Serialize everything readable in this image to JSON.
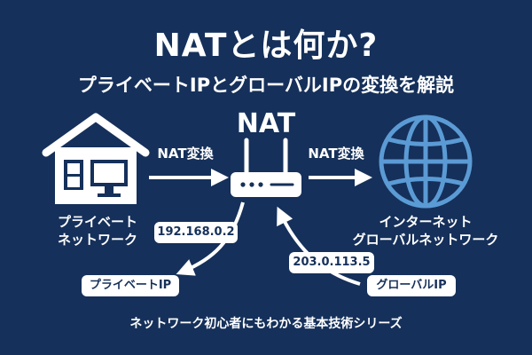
{
  "title": "NATとは何か?",
  "subtitle": "プライベートIPとグローバルIPの変換を解説",
  "nat_label": "NAT",
  "arrow_left_label": "NAT変換",
  "arrow_right_label": "NAT変換",
  "private_network": {
    "line1": "プライベート",
    "line2": "ネットワーク"
  },
  "internet": {
    "line1": "インターネット",
    "line2": "グローバルネットワーク"
  },
  "private_ip_address": "192.168.0.2",
  "global_ip_address": "203.0.113.5",
  "private_ip_label": "プライベートIP",
  "global_ip_label": "グローバルIP",
  "footer": "ネットワーク初心者にもわかる基本技術シリーズ",
  "colors": {
    "background": "#15305a",
    "foreground": "#ffffff",
    "globe": "#5b9bd5"
  },
  "icons": [
    "house-icon",
    "router-icon",
    "globe-icon"
  ]
}
